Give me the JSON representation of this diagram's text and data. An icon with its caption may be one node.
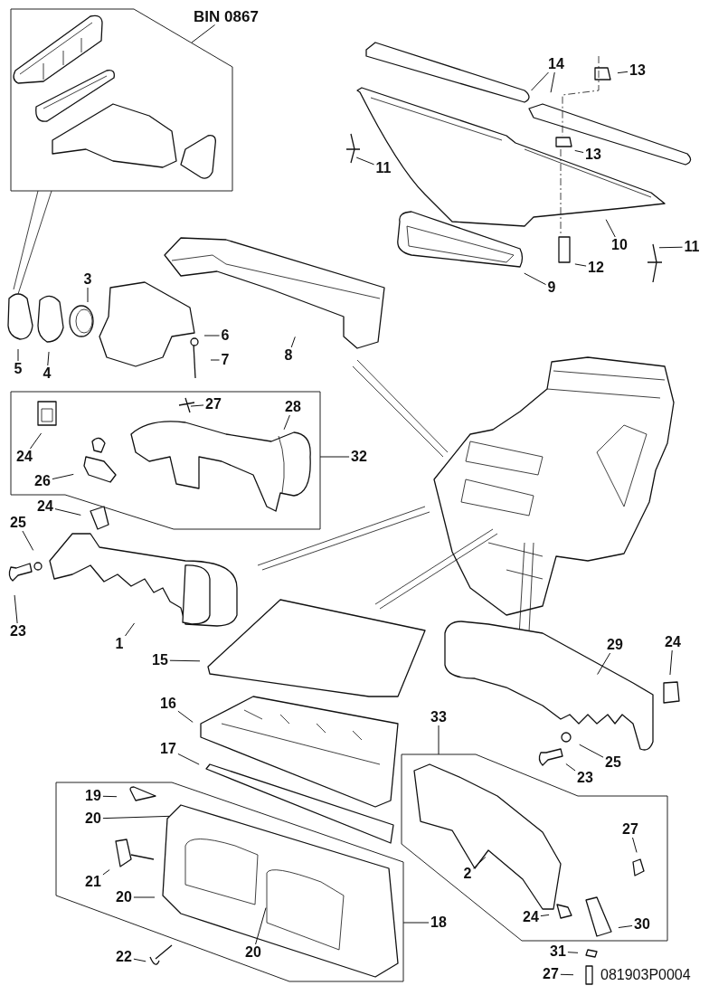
{
  "diagram": {
    "nodes": [
      {
        "text": [
          "BIN 0867"
        ]
      },
      {
        "text": [],
        "shape": "box"
      },
      {
        "text": [
          "3"
        ]
      },
      {
        "text": [
          "5"
        ]
      },
      {
        "text": [
          "4"
        ]
      },
      {
        "text": [
          "6"
        ]
      },
      {
        "text": [
          "7"
        ]
      },
      {
        "text": [
          "8"
        ]
      },
      {
        "text": [
          "14"
        ]
      },
      {
        "text": [
          "13"
        ]
      },
      {
        "text": [
          "13"
        ]
      },
      {
        "text": [
          "11"
        ]
      },
      {
        "text": [
          "10"
        ]
      },
      {
        "text": [
          "11"
        ]
      },
      {
        "text": [
          "12"
        ]
      },
      {
        "text": [
          "9"
        ]
      },
      {
        "text": [],
        "shape": "box"
      },
      {
        "text": [
          "27"
        ],
        "in": 16
      },
      {
        "text": [
          "28"
        ],
        "in": 16
      },
      {
        "text": [
          "24"
        ],
        "in": 16
      },
      {
        "text": [
          "26"
        ],
        "in": 16
      },
      {
        "text": [
          "32"
        ]
      },
      {
        "text": [
          "24"
        ]
      },
      {
        "text": [
          "25"
        ]
      },
      {
        "text": [
          "23"
        ]
      },
      {
        "text": [
          "1"
        ]
      },
      {
        "text": [
          "15"
        ]
      },
      {
        "text": [
          "16"
        ]
      },
      {
        "text": [
          "17"
        ]
      },
      {
        "text": [
          "29"
        ]
      },
      {
        "text": [
          "24"
        ]
      },
      {
        "text": [
          "23"
        ]
      },
      {
        "text": [
          "25"
        ]
      },
      {
        "text": [
          "33"
        ]
      },
      {
        "text": [],
        "shape": "box"
      },
      {
        "text": [],
        "shape": "box"
      },
      {
        "text": [
          "19"
        ],
        "in": 35
      },
      {
        "text": [
          "20"
        ],
        "in": 35
      },
      {
        "text": [
          "21"
        ],
        "in": 35
      },
      {
        "text": [
          "20"
        ],
        "in": 35
      },
      {
        "text": [
          "2"
        ],
        "in": 34
      },
      {
        "text": [
          "27"
        ],
        "in": 34
      },
      {
        "text": [
          "20"
        ],
        "in": 35
      },
      {
        "text": [
          "22"
        ]
      },
      {
        "text": [
          "24"
        ],
        "in": 34
      },
      {
        "text": [
          "30"
        ],
        "in": 34
      },
      {
        "text": [
          "18"
        ]
      },
      {
        "text": [
          "31"
        ]
      },
      {
        "text": [
          "27"
        ]
      }
    ],
    "edges": [
      {
        "from": 0,
        "to": 1,
        "arrow": "none"
      },
      {
        "from": 2,
        "to": null,
        "arrow": "none"
      },
      {
        "from": 3,
        "to": null,
        "arrow": "none"
      },
      {
        "from": 4,
        "to": null,
        "arrow": "none"
      },
      {
        "from": 5,
        "to": null,
        "arrow": "none"
      },
      {
        "from": 6,
        "to": null,
        "arrow": "none"
      },
      {
        "from": 7,
        "to": null,
        "arrow": "none"
      },
      {
        "from": 8,
        "to": null,
        "arrow": "none"
      },
      {
        "from": 8,
        "to": null,
        "arrow": "none"
      },
      {
        "from": 9,
        "to": null,
        "arrow": "none"
      },
      {
        "from": 10,
        "to": null,
        "arrow": "none"
      },
      {
        "from": 11,
        "to": null,
        "arrow": "none"
      },
      {
        "from": 12,
        "to": null,
        "arrow": "none"
      },
      {
        "from": 13,
        "to": null,
        "arrow": "none"
      },
      {
        "from": 14,
        "to": null,
        "arrow": "none"
      },
      {
        "from": 15,
        "to": null,
        "arrow": "none"
      },
      {
        "from": 21,
        "to": 16,
        "arrow": "none"
      },
      {
        "from": 17,
        "to": null,
        "arrow": "none"
      },
      {
        "from": 18,
        "to": null,
        "arrow": "none"
      },
      {
        "from": 19,
        "to": null,
        "arrow": "none"
      },
      {
        "from": 20,
        "to": null,
        "arrow": "none"
      },
      {
        "from": 22,
        "to": null,
        "arrow": "none"
      },
      {
        "from": 23,
        "to": null,
        "arrow": "none"
      },
      {
        "from": 24,
        "to": null,
        "arrow": "none"
      },
      {
        "from": 25,
        "to": null,
        "arrow": "none"
      },
      {
        "from": 26,
        "to": null,
        "arrow": "none"
      },
      {
        "from": 27,
        "to": null,
        "arrow": "none"
      },
      {
        "from": 28,
        "to": null,
        "arrow": "none"
      },
      {
        "from": 29,
        "to": null,
        "arrow": "none"
      },
      {
        "from": 30,
        "to": null,
        "arrow": "none"
      },
      {
        "from": 31,
        "to": null,
        "arrow": "none"
      },
      {
        "from": 32,
        "to": null,
        "arrow": "none"
      },
      {
        "from": 33,
        "to": 34,
        "arrow": "none"
      },
      {
        "from": 46,
        "to": 35,
        "arrow": "none"
      },
      {
        "from": 36,
        "to": null,
        "arrow": "none"
      },
      {
        "from": 37,
        "to": null,
        "arrow": "none"
      },
      {
        "from": 38,
        "to": null,
        "arrow": "none"
      },
      {
        "from": 39,
        "to": null,
        "arrow": "none"
      },
      {
        "from": 42,
        "to": null,
        "arrow": "none"
      },
      {
        "from": 43,
        "to": null,
        "arrow": "none"
      },
      {
        "from": 40,
        "to": null,
        "arrow": "none"
      },
      {
        "from": 41,
        "to": null,
        "arrow": "none"
      },
      {
        "from": 44,
        "to": null,
        "arrow": "none"
      },
      {
        "from": 45,
        "to": null,
        "arrow": "none"
      },
      {
        "from": 47,
        "to": null,
        "arrow": "none"
      },
      {
        "from": 48,
        "to": null,
        "arrow": "none"
      }
    ],
    "labels": [
      "081903P0004"
    ]
  }
}
